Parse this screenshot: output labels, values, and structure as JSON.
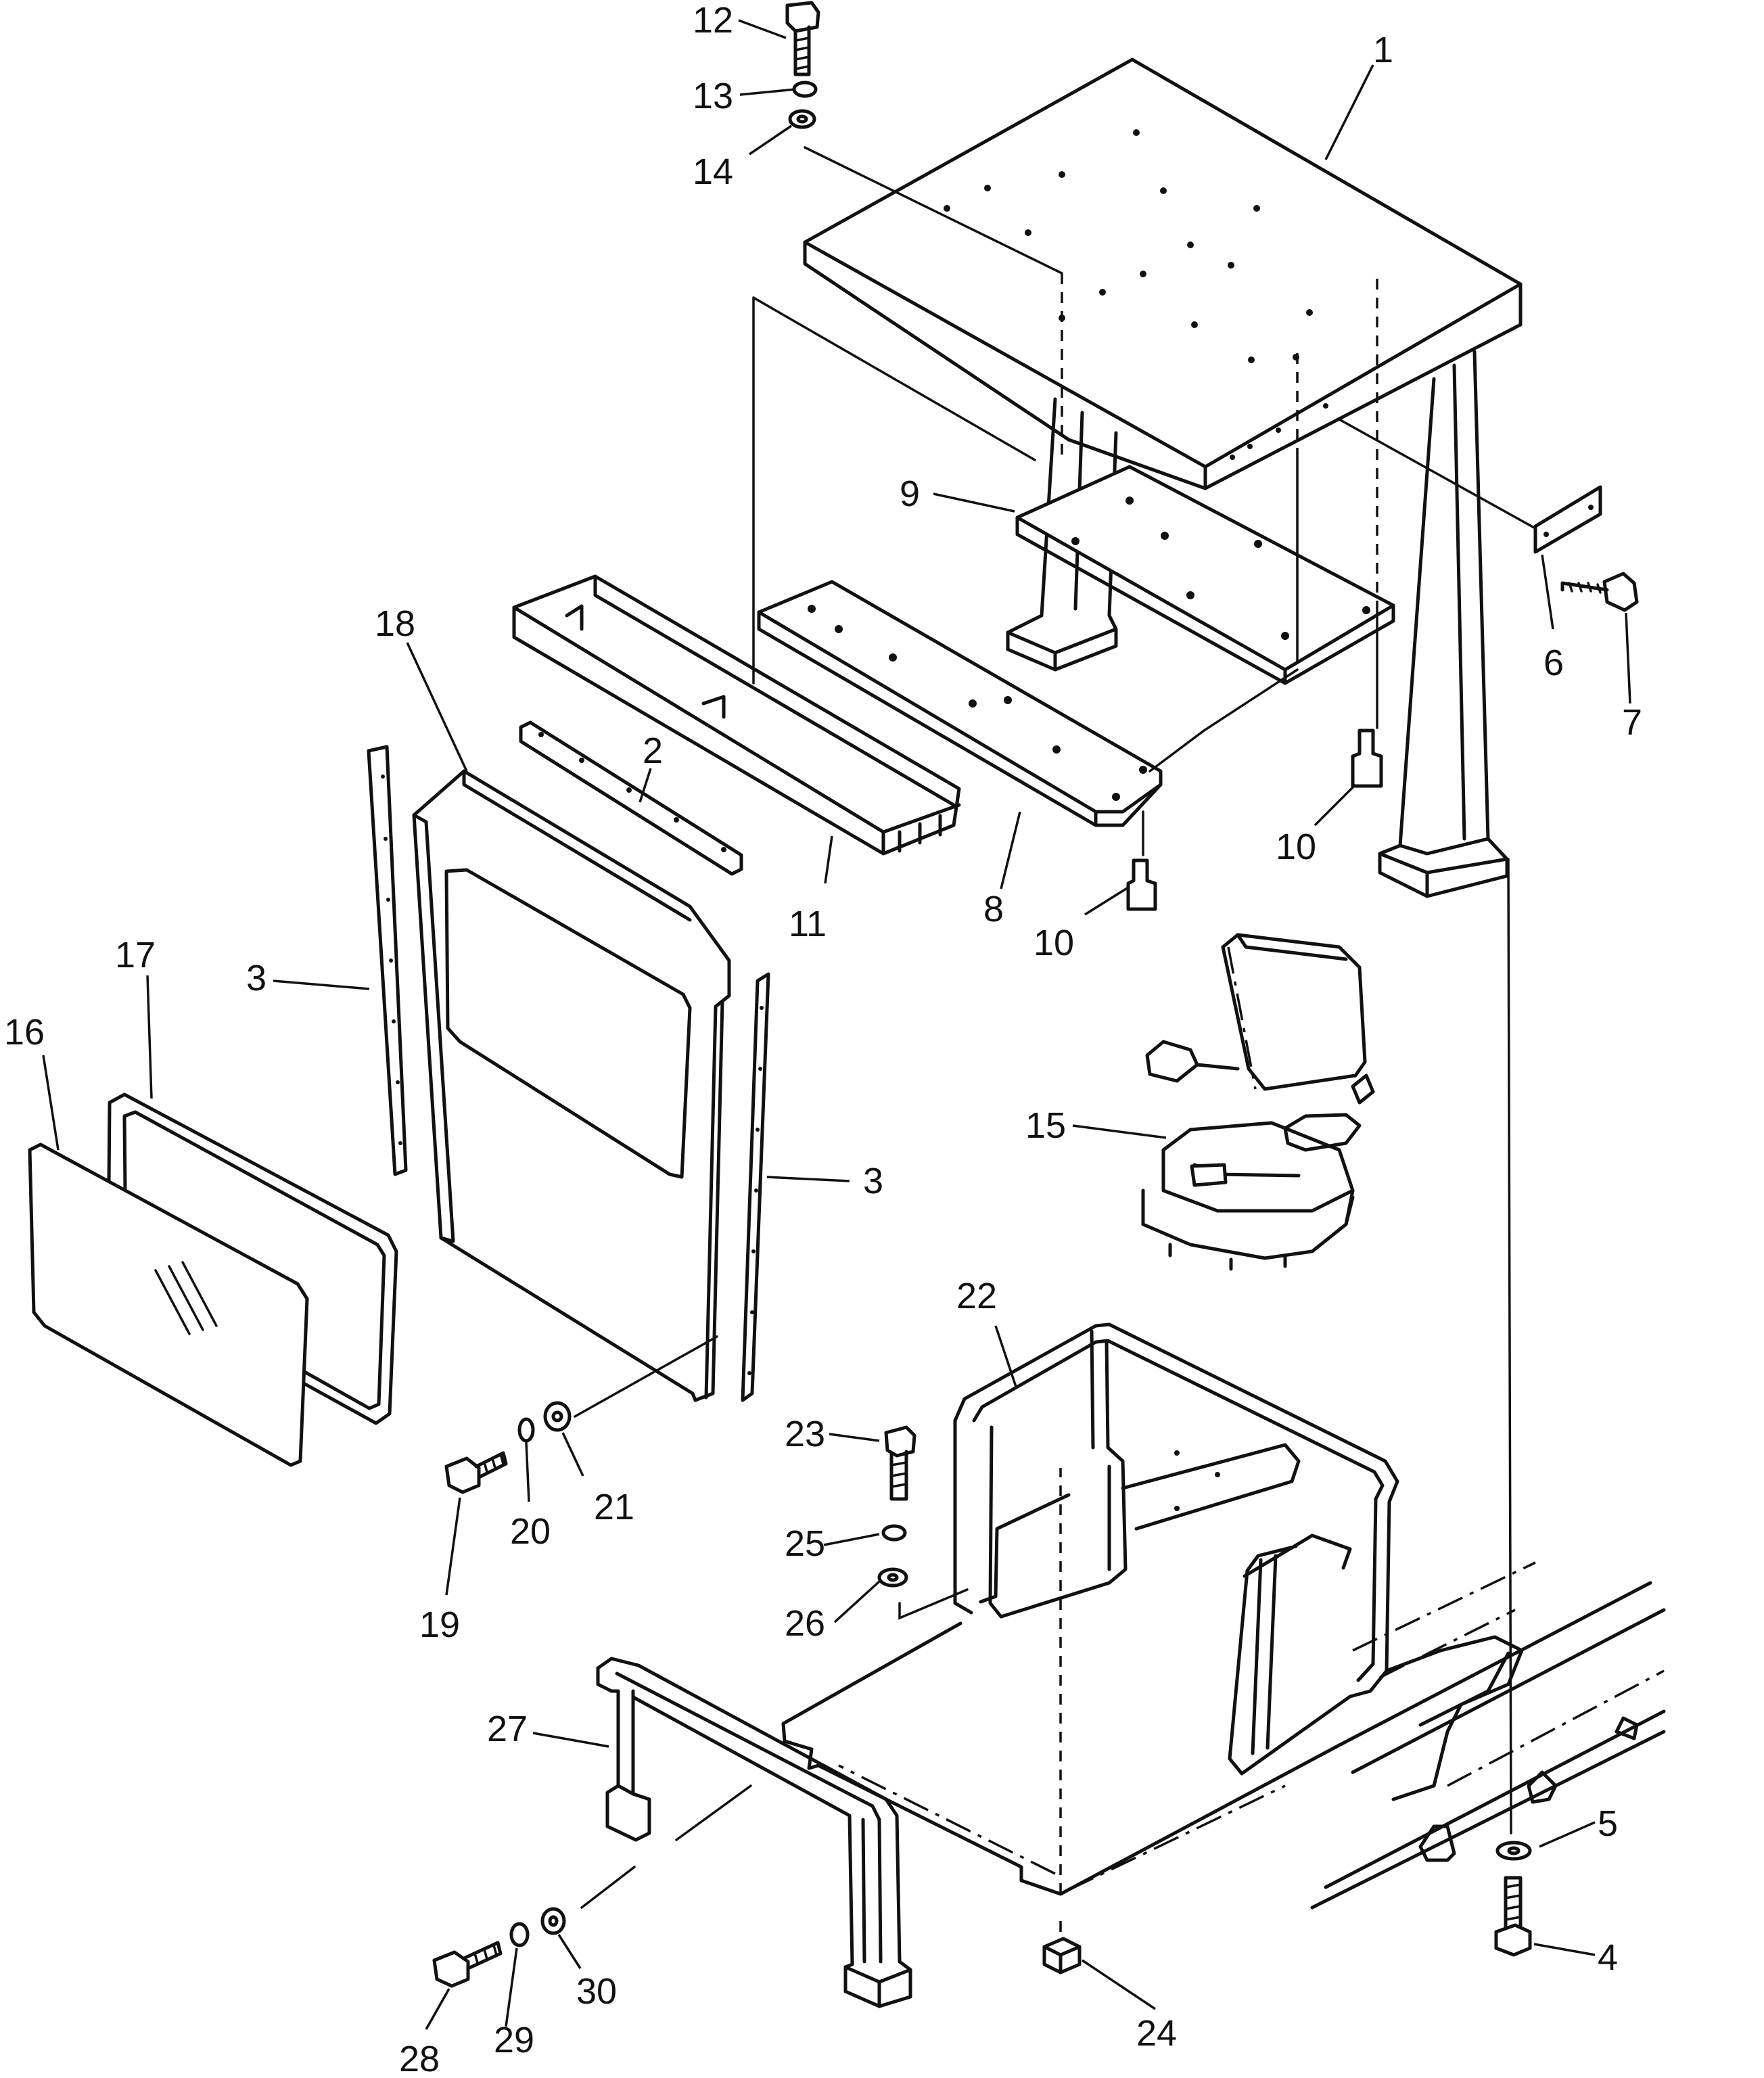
{
  "callouts": {
    "c1": "1",
    "c2": "2",
    "c3a": "3",
    "c3b": "3",
    "c4": "4",
    "c5": "5",
    "c6": "6",
    "c7": "7",
    "c8": "8",
    "c9": "9",
    "c10a": "10",
    "c10b": "10",
    "c11": "11",
    "c12": "12",
    "c13": "13",
    "c14": "14",
    "c15": "15",
    "c16": "16",
    "c17": "17",
    "c18": "18",
    "c19": "19",
    "c20": "20",
    "c21": "21",
    "c22": "22",
    "c23": "23",
    "c24": "24",
    "c25": "25",
    "c26": "26",
    "c27": "27",
    "c28": "28",
    "c29": "29",
    "c30": "30"
  }
}
